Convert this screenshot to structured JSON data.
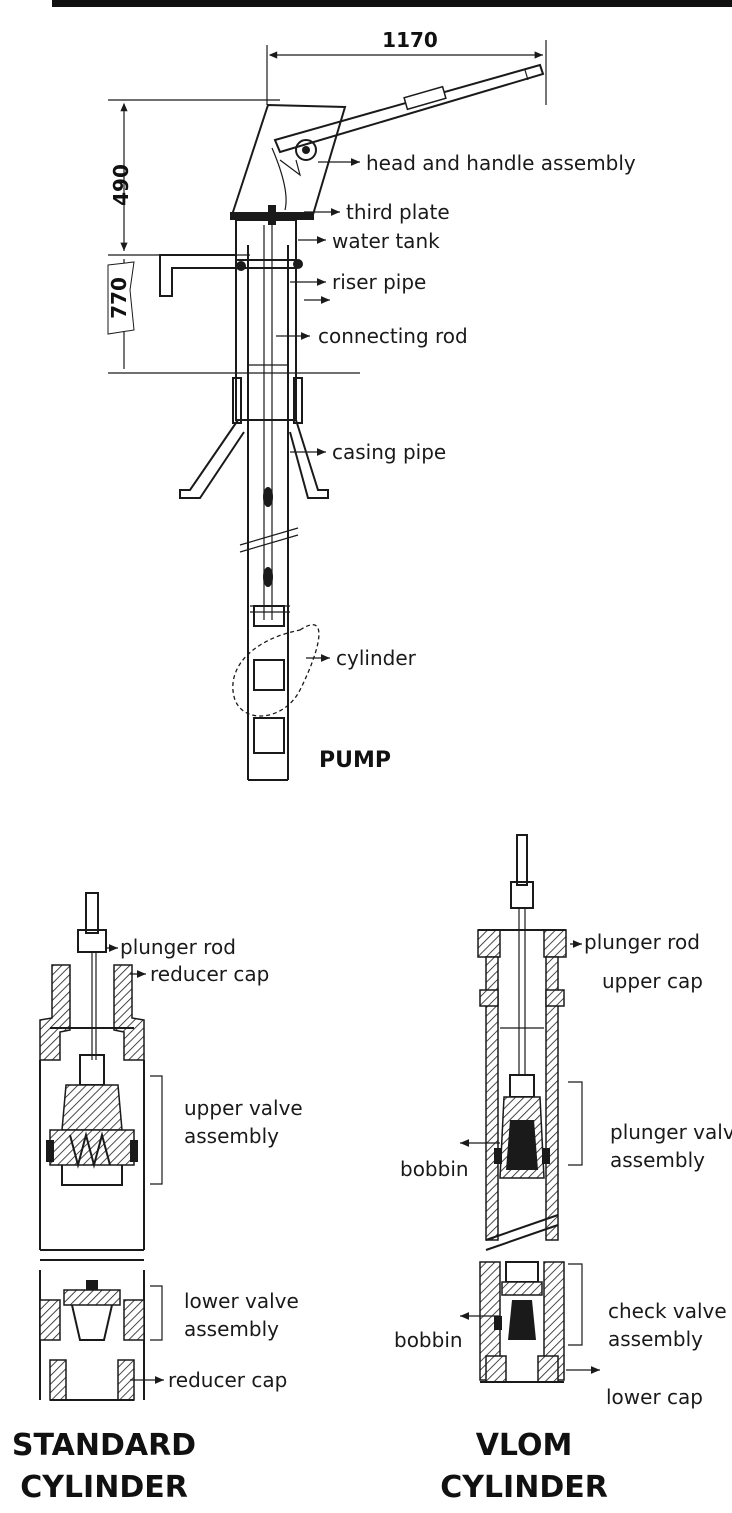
{
  "dimensions": {
    "width": "1170",
    "height": "490",
    "partial": "770"
  },
  "pump": {
    "title": "PUMP",
    "labels": {
      "head_handle": "head and handle assembly",
      "third_plate": "third plate",
      "water_tank": "water tank",
      "riser_pipe": "riser pipe",
      "connecting_rod": "connecting rod",
      "casing_pipe": "casing pipe",
      "cylinder": "cylinder"
    }
  },
  "standard_cylinder": {
    "title_line1": "STANDARD",
    "title_line2": "CYLINDER",
    "labels": {
      "plunger_rod": "plunger rod",
      "reducer_cap_top": "reducer cap",
      "upper_valve_1": "upper valve",
      "upper_valve_2": "assembly",
      "lower_valve_1": "lower valve",
      "lower_valve_2": "assembly",
      "reducer_cap_bottom": "reducer cap"
    }
  },
  "vlom_cylinder": {
    "title_line1": "VLOM",
    "title_line2": "CYLINDER",
    "labels": {
      "plunger_rod": "plunger rod",
      "upper_cap": "upper cap",
      "plunger_valve_1": "plunger valv",
      "plunger_valve_2": "assembly",
      "bobbin_1": "bobbin",
      "check_valve_1": "check valve",
      "check_valve_2": "assembly",
      "bobbin_2": "bobbin",
      "lower_cap": "lower cap"
    }
  }
}
